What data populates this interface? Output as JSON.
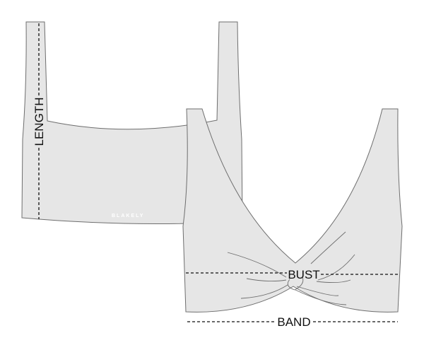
{
  "labels": {
    "length": "LENGTH",
    "bust": "BUST",
    "band": "BAND"
  },
  "brand": "BLAKELY",
  "colors": {
    "fabric": "#e6e6e6",
    "outline": "#6e6e6e",
    "measure_line": "#111111"
  }
}
